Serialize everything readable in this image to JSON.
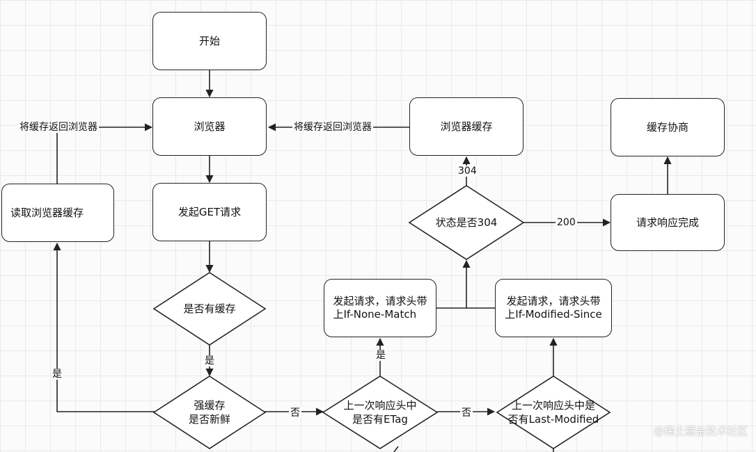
{
  "nodes": {
    "start": "开始",
    "browser": "浏览器",
    "read_cache": "读取浏览器缓存",
    "send_get": "发起GET请求",
    "has_cache": "是否有缓存",
    "fresh_line1": "强缓存",
    "fresh_line2": "是否新鲜",
    "etag_line1": "上一次响应头中",
    "etag_line2": "是否有ETag",
    "lastmod_line1": "上一次响应头中是",
    "lastmod_line2": "否有Last-Modified",
    "req_inm_line1": "发起请求，请求头带",
    "req_inm_line2": "上If-None-Match",
    "req_ims_line1": "发起请求，请求头带",
    "req_ims_line2": "上If-Modified-Since",
    "status_304": "状态是否304",
    "browser_cache": "浏览器缓存",
    "negotiation": "缓存协商",
    "request_done": "请求响应完成"
  },
  "edge_labels": {
    "return_cache_left": "将缓存返回浏览器",
    "return_cache_mid": "将缓存返回浏览器",
    "yes_has_cache": "是",
    "yes_fresh": "是",
    "no_fresh": "否",
    "yes_etag": "是",
    "no_etag": "否",
    "code_304": "304",
    "code_200": "200"
  },
  "watermark": "@稀土掘金技术社区"
}
